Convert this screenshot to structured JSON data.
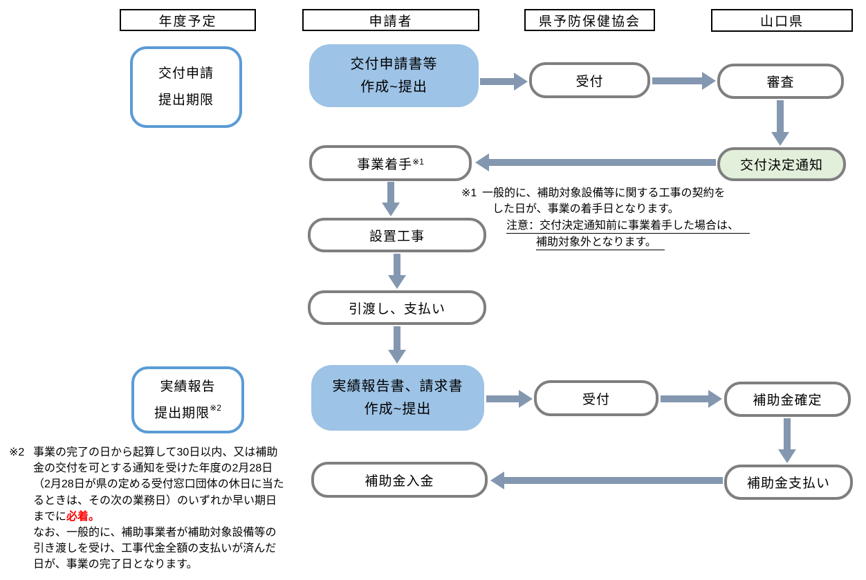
{
  "columns": [
    {
      "id": "schedule",
      "label": "年度予定"
    },
    {
      "id": "applicant",
      "label": "申請者"
    },
    {
      "id": "association",
      "label": "県予防保健協会"
    },
    {
      "id": "prefecture",
      "label": "山口県"
    }
  ],
  "schedule_boxes": [
    {
      "line1": "交付申請",
      "line2": "提出期限",
      "sup": ""
    },
    {
      "line1": "実績報告",
      "line2": "提出期限",
      "sup": "※2"
    }
  ],
  "nodes": {
    "apply": {
      "line1": "交付申請書等",
      "line2": "作成~提出"
    },
    "reception1": {
      "label": "受付"
    },
    "review": {
      "label": "審査"
    },
    "decision": {
      "label": "交付決定通知"
    },
    "start_work": {
      "label": "事業着手",
      "sup": "※1"
    },
    "construction": {
      "label": "設置工事"
    },
    "handover": {
      "label": "引渡し、支払い"
    },
    "report": {
      "line1": "実績報告書、請求書",
      "line2": "作成~提出"
    },
    "reception2": {
      "label": "受付"
    },
    "confirmation": {
      "label": "補助金確定"
    },
    "deposit": {
      "label": "補助金入金"
    },
    "payment": {
      "label": "補助金支払い"
    }
  },
  "edges": [
    {
      "from": "apply",
      "to": "reception1"
    },
    {
      "from": "reception1",
      "to": "review"
    },
    {
      "from": "review",
      "to": "decision"
    },
    {
      "from": "decision",
      "to": "start_work"
    },
    {
      "from": "start_work",
      "to": "construction"
    },
    {
      "from": "construction",
      "to": "handover"
    },
    {
      "from": "handover",
      "to": "report"
    },
    {
      "from": "report",
      "to": "reception2"
    },
    {
      "from": "reception2",
      "to": "confirmation"
    },
    {
      "from": "confirmation",
      "to": "payment"
    },
    {
      "from": "payment",
      "to": "deposit"
    }
  ],
  "notes": {
    "note1": {
      "marker": "※1",
      "line1": "一般的に、補助対象設備等に関する工事の契約を",
      "line2": "した日が、事業の着手日となります。",
      "line3": "注意：交付決定通知前に事業着手した場合は、",
      "line4": "補助対象外となります。"
    },
    "note2": {
      "marker": "※2",
      "lines": [
        "事業の完了の日から起算して30日以内、又は補助",
        "金の交付を可とする通知を受けた年度の2月28日",
        "（2月28日が県の定める受付窓口団体の休日に当た",
        "るときは、その次の業務日）のいずれか早い期日",
        "までに",
        "なお、一般的に、補助事業者が補助対象設備等の",
        "引き渡しを受け、工事代金全額の支払いが済んだ",
        "日が、事業の完了日となります。"
      ],
      "red_text": "必着。"
    }
  },
  "colors": {
    "accent_blue_border": "#5B9BD5",
    "light_blue_fill": "#9DC3E6",
    "light_green_fill": "#E2EFDA",
    "gray_border": "#7F7F7F",
    "arrow": "#8497B0",
    "note_red": "#FF0000"
  }
}
